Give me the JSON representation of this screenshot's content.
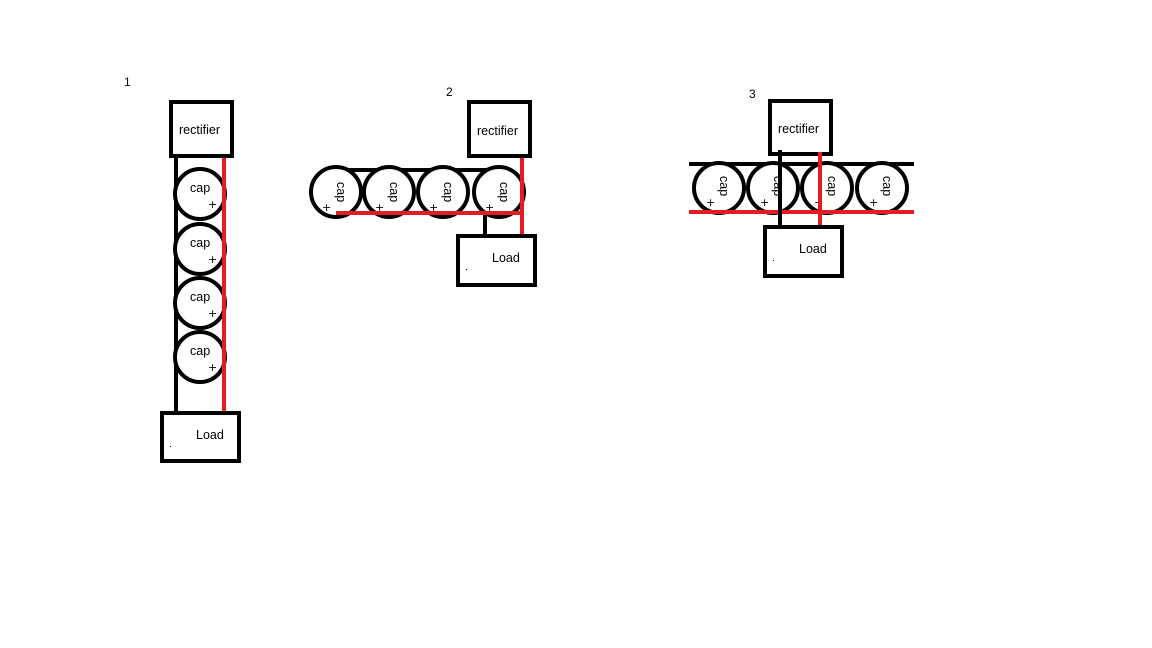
{
  "colors": {
    "positive_wire": "#e31b23",
    "negative_wire": "#000000"
  },
  "diagrams": [
    {
      "number": "1",
      "rectifier": "rectifier",
      "load": "Load",
      "caps": [
        {
          "label": "cap",
          "polarity": "+"
        },
        {
          "label": "cap",
          "polarity": "+"
        },
        {
          "label": "cap",
          "polarity": "+"
        },
        {
          "label": "cap",
          "polarity": "+"
        }
      ]
    },
    {
      "number": "2",
      "rectifier": "rectifier",
      "load": "Load",
      "caps": [
        {
          "label": "cap",
          "polarity": "+"
        },
        {
          "label": "cap",
          "polarity": "+"
        },
        {
          "label": "cap",
          "polarity": "+"
        },
        {
          "label": "cap",
          "polarity": "+"
        }
      ]
    },
    {
      "number": "3",
      "rectifier": "rectifier",
      "load": "Load",
      "caps": [
        {
          "label": "cap",
          "polarity": "+"
        },
        {
          "label": "cap",
          "polarity": "+"
        },
        {
          "label": "cap",
          "polarity": "+"
        },
        {
          "label": "cap",
          "polarity": "+"
        }
      ]
    }
  ]
}
